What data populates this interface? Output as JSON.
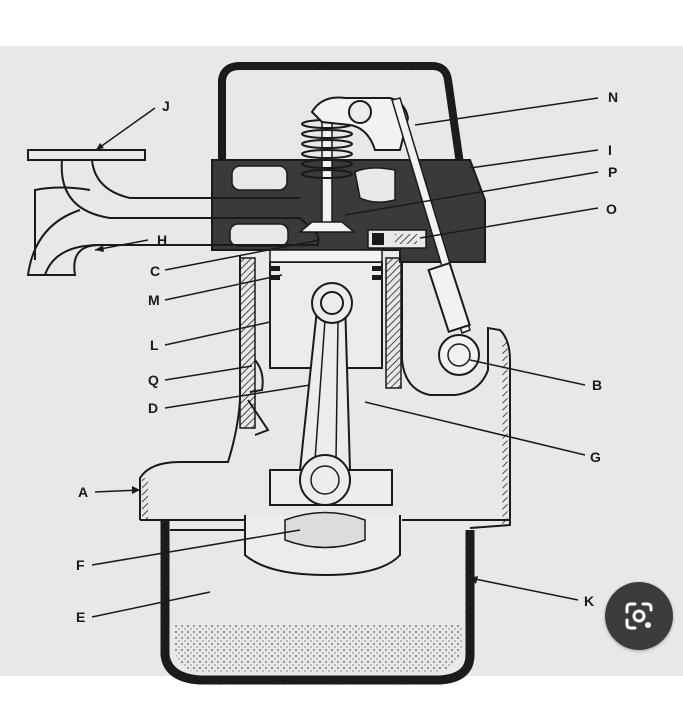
{
  "diagram": {
    "labels": {
      "J": "J",
      "N": "N",
      "I": "I",
      "P": "P",
      "O": "O",
      "H": "H",
      "C": "C",
      "M": "M",
      "L": "L",
      "Q": "Q",
      "B": "B",
      "D": "D",
      "G": "G",
      "A": "A",
      "F": "F",
      "E": "E",
      "K": "K"
    }
  },
  "overlay": {
    "icon": "google-lens-icon"
  },
  "colors": {
    "panel": "#e8e8e8",
    "ink": "#1a1a1a",
    "lens_button": "#3c3c3c"
  }
}
